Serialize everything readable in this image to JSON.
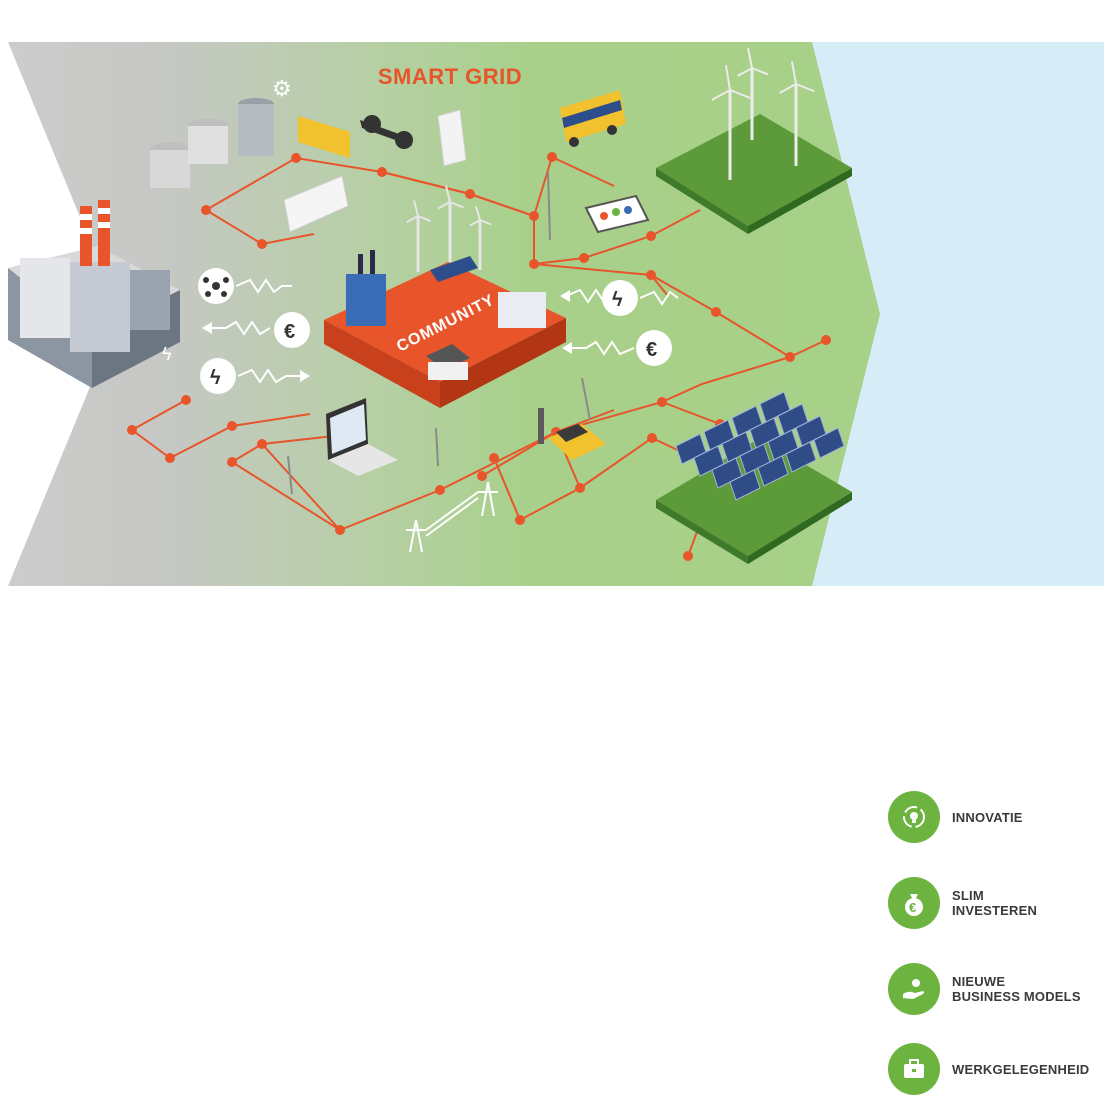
{
  "title": "SMART GRID",
  "community_label": "COMMUNITY",
  "colors": {
    "accent_orange": "#e8552b",
    "legend_green": "#6db33f",
    "sea_blue": "#d6ecf7",
    "field_green": "#a9d088",
    "industry_grey": "#c9c9c9"
  },
  "legend": [
    {
      "lines": [
        "INNOVATIE"
      ],
      "icon": "innovation-cycle-icon"
    },
    {
      "lines": [
        "SLIM",
        "INVESTEREN"
      ],
      "icon": "money-bag-euro-icon"
    },
    {
      "lines": [
        "NIEUWE",
        "BUSINESS MODELS"
      ],
      "icon": "hand-plant-coin-icon"
    },
    {
      "lines": [
        "WERKGELEGENHEID"
      ],
      "icon": "briefcase-icon"
    }
  ],
  "flow_symbols": {
    "left": [
      "network-node-icon",
      "euro-icon",
      "lightning-icon"
    ],
    "right": [
      "lightning-icon",
      "euro-icon"
    ]
  }
}
